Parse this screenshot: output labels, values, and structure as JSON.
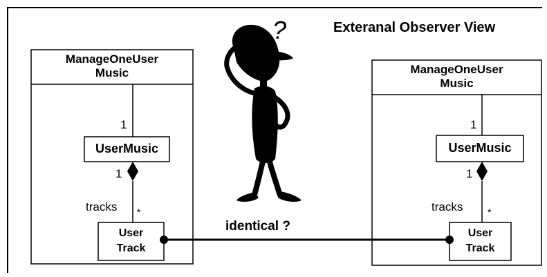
{
  "diagram": {
    "heading": "Exteranal Observer View",
    "question_mark": "?",
    "middle_label": "identical ?",
    "left_model": {
      "container": {
        "line1": "ManageOneUser",
        "line2": "Music"
      },
      "upper_multiplicity": "1",
      "music_class": "UserMusic",
      "composite_multiplicity": "1",
      "role": "tracks",
      "many": "*",
      "track_class": {
        "line1": "User",
        "line2": "Track"
      }
    },
    "right_model": {
      "container": {
        "line1": "ManageOneUser",
        "line2": "Music"
      },
      "upper_multiplicity": "1",
      "music_class": "UserMusic",
      "composite_multiplicity": "1",
      "role": "tracks",
      "many": "*",
      "track_class": {
        "line1": "User",
        "line2": "Track"
      }
    }
  }
}
